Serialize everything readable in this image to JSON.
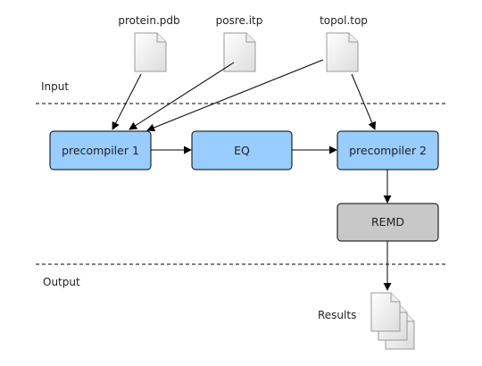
{
  "sections": {
    "input_label": "Input",
    "output_label": "Output"
  },
  "files": {
    "protein": "protein.pdb",
    "posre": "posre.itp",
    "topol": "topol.top",
    "results": "Results"
  },
  "steps": {
    "precompiler1": "precompiler 1",
    "eq": "EQ",
    "precompiler2": "precompiler 2",
    "remd": "REMD"
  },
  "colors": {
    "blue_box": "#99ccff",
    "gray_box": "#c8c8c8",
    "line": "#000000"
  },
  "icons": {
    "file": "document-icon",
    "stack": "document-stack-icon"
  }
}
